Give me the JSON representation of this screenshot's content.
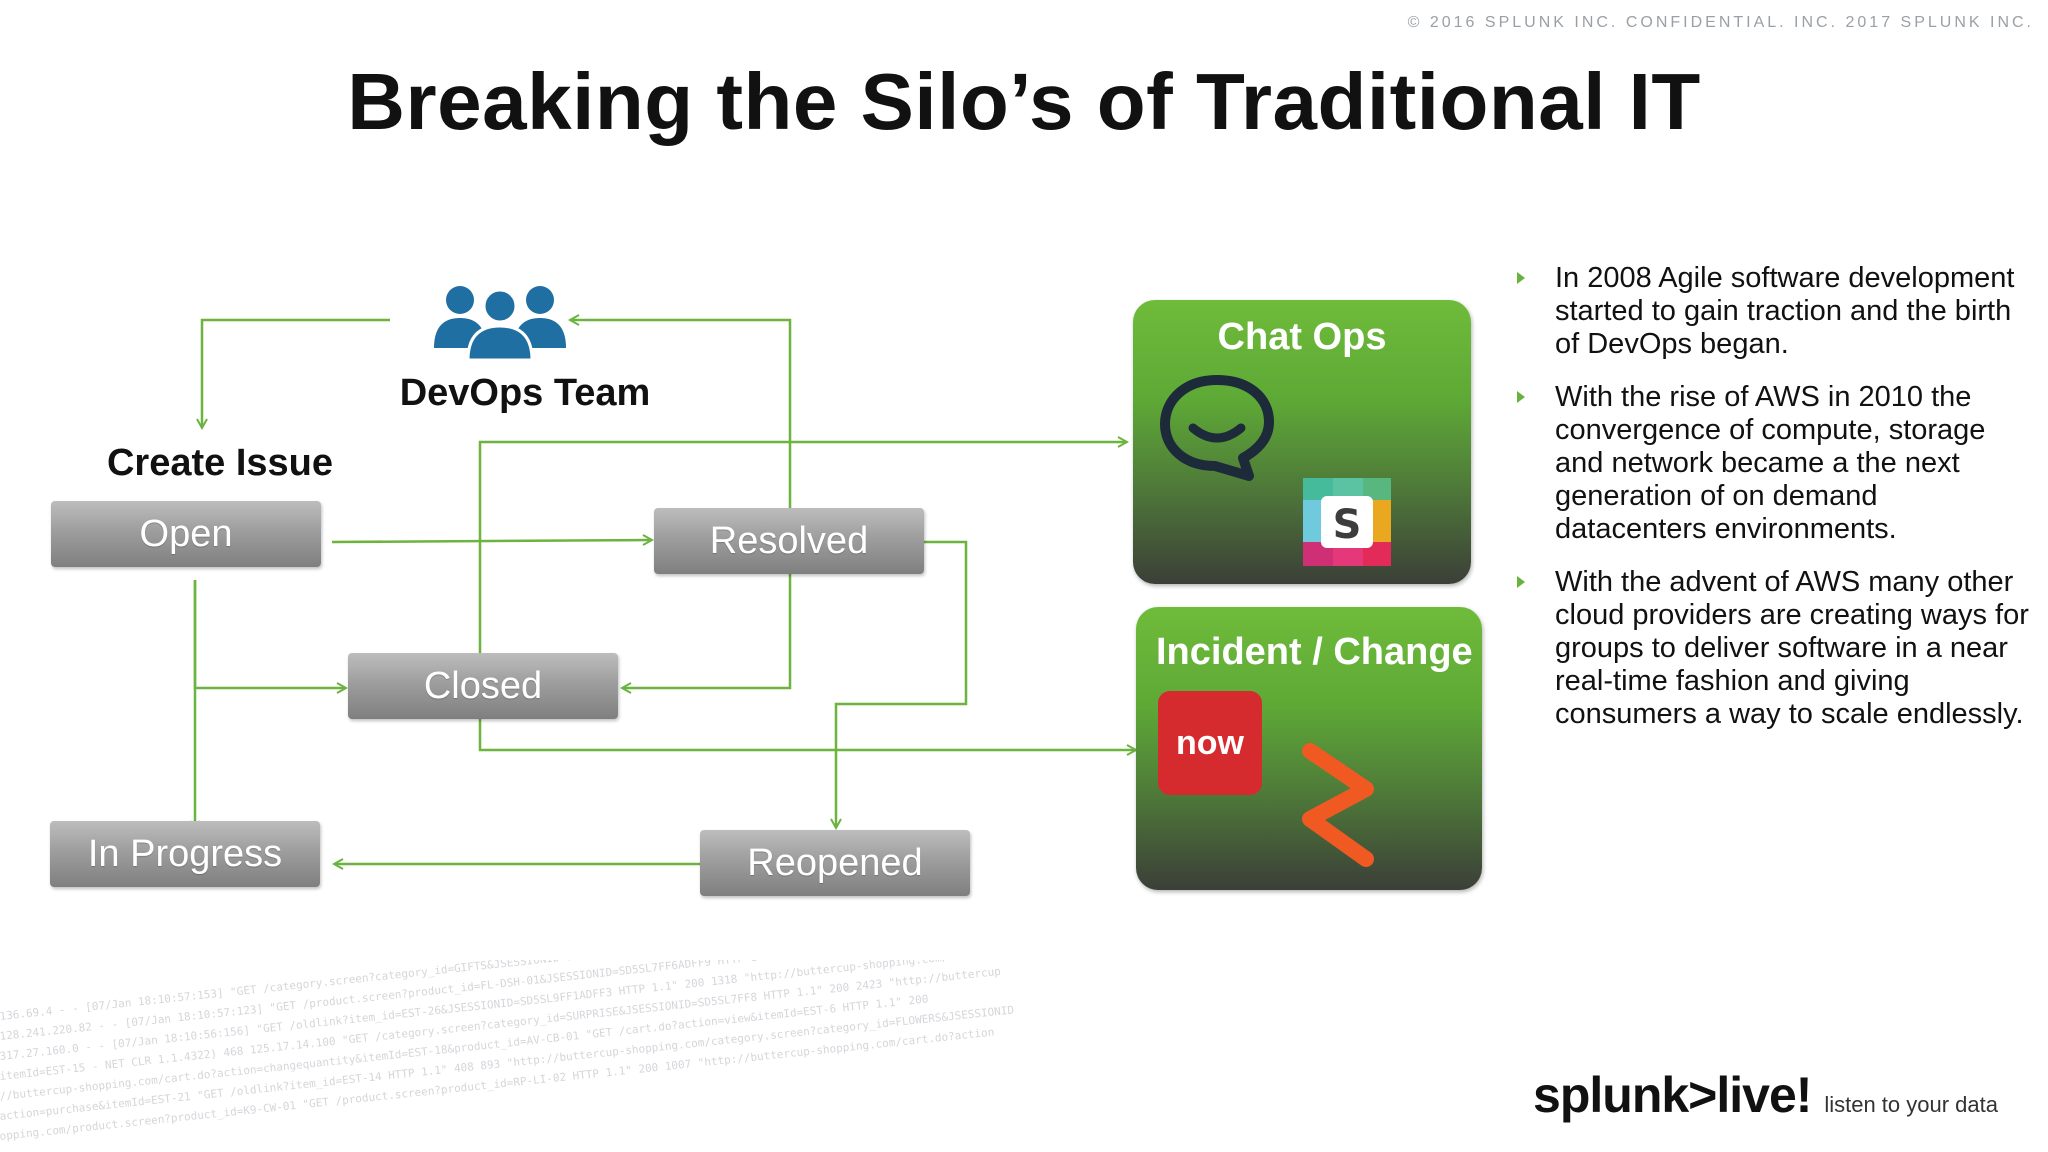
{
  "copyright": "© 2016 SPLUNK INC. CONFIDENTIAL. INC. 2017 SPLUNK INC.",
  "title": "Breaking the Silo’s of Traditional IT",
  "diagram": {
    "devops_team_label": "DevOps Team",
    "create_issue_label": "Create Issue",
    "states": {
      "open": "Open",
      "resolved": "Resolved",
      "closed": "Closed",
      "in_progress": "In Progress",
      "reopened": "Reopened"
    },
    "panels": {
      "chat_ops": "Chat Ops",
      "incident_change": "Incident / Change",
      "servicenow_logo": "now"
    }
  },
  "bullets": [
    "In 2008 Agile software development started to gain traction and the birth of DevOps began.",
    "With the rise of AWS in 2010 the convergence of compute, storage and network became a the next generation of on demand datacenters environments.",
    "With the advent of AWS many other cloud providers are creating ways for groups to deliver software in a near real-time fashion and giving consumers a way to scale endlessly."
  ],
  "footer": {
    "logo": "splunk>live!",
    "tagline": "listen to your data"
  },
  "colors": {
    "accent_green": "#6ab23d",
    "arrow_green": "#6db33f",
    "state_gray": "#9e9e9e",
    "devops_blue": "#1f6fa3",
    "servicenow_red": "#d52b2e",
    "bmc_orange": "#f05a22"
  },
  "icons": {
    "devops_team": "people-group-icon",
    "hipchat": "chat-bubble-icon",
    "slack": "slack-logo-icon",
    "servicenow": "servicenow-logo-icon",
    "bmc": "bmc-logo-icon"
  }
}
